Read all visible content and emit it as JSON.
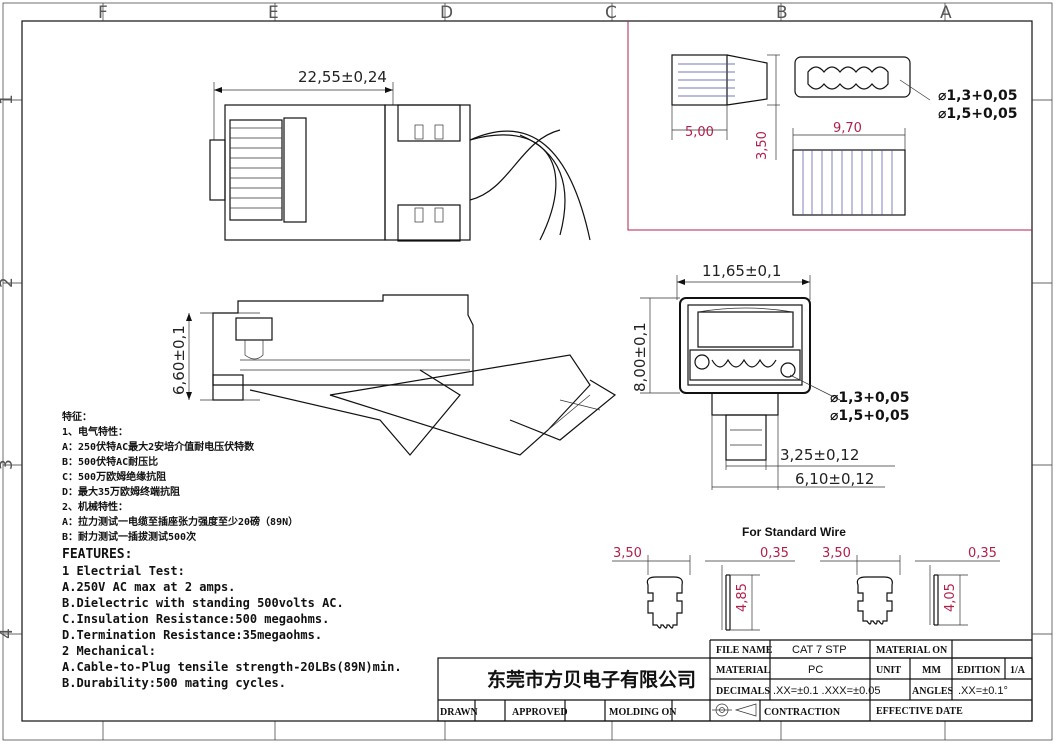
{
  "frame": {
    "top_letters": [
      "F",
      "E",
      "D",
      "C",
      "B",
      "A"
    ],
    "side_numbers": [
      "1",
      "2",
      "3",
      "4"
    ]
  },
  "dims": {
    "overall_length": "22,55±0,24",
    "side_height": "6,60±0,1",
    "front_width": "11,65±0,1",
    "front_height": "8,00±0,1",
    "hole_a": "⌀1,3+0,05",
    "hole_b": "⌀1,5+0,05",
    "front_hole_a": "⌀1,3+0,05",
    "front_hole_b": "⌀1,5+0,05",
    "tab_width": "3,25±0,12",
    "tail_width": "6,10±0,12",
    "insert_len": "5,00",
    "insert_h": "3,50",
    "insert_w": "9,70"
  },
  "standard_wire": {
    "title": "For Standard Wire",
    "left": {
      "width": "3,50",
      "thick": "0,35",
      "height": "4,85"
    },
    "right": {
      "width": "3,50",
      "thick": "0,35",
      "height": "4,05"
    }
  },
  "notes_cn": [
    "特征：",
    "1、电气特性：",
    "A：250伏特AC最大2安培介值耐电压伏特数",
    "B：500伏特AC耐压比",
    "C：500万欧姆绝缘抗阻",
    "D：最大35万欧姆终端抗阻",
    "2、机械特性：",
    "A：拉力测试一电缆至插座张力强度至少20磅（89N）",
    "B：耐力测试一插拔测试500次"
  ],
  "features": {
    "title": "FEATURES:",
    "lines": [
      "1 Electrial Test:",
      "A.250V AC max at 2 amps.",
      "B.Dielectric with standing 500volts AC.",
      "C.Insulation Resistance:500 megaohms.",
      "D.Termination Resistance:35megaohms.",
      "2 Mechanical:",
      "A.Cable-to-Plug tensile strength-20LBs(89N)min.",
      "B.Durability:500 mating cycles."
    ]
  },
  "title_block": {
    "company": "东莞市方贝电子有限公司",
    "file_name_label": "FILE NAME",
    "file_name": "CAT 7 STP",
    "material_on_label": "MATERIAL ON",
    "material_label": "MATERIAL",
    "material": "PC",
    "unit_label": "UNIT",
    "unit": "MM",
    "edition_label": "EDITION",
    "edition": "1/A",
    "decimals_label": "DECIMALS",
    "decimals": ".XX=±0.1  .XXX=±0.05",
    "angles_label": "ANGLES",
    "angles": ".XX=±0.1°",
    "drawn_label": "DRAWN",
    "approved_label": "APPROVED",
    "molding_label": "MOLDING ON",
    "contraction_label": "CONTRACTION",
    "effective_label": "EFFECTIVE DATE"
  }
}
